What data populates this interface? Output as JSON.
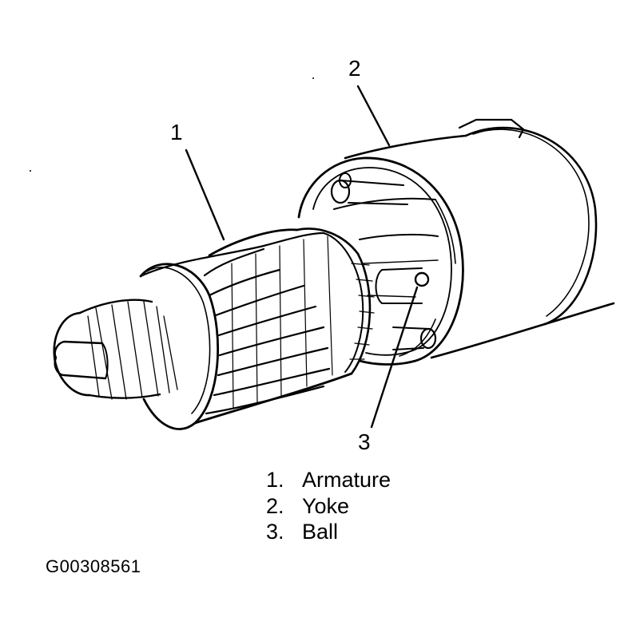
{
  "callouts": [
    {
      "id": "1",
      "label": "1"
    },
    {
      "id": "2",
      "label": "2"
    },
    {
      "id": "3",
      "label": "3"
    }
  ],
  "legend": [
    {
      "number": "1.",
      "text": "Armature"
    },
    {
      "number": "2.",
      "text": "Yoke"
    },
    {
      "number": "3.",
      "text": "Ball"
    }
  ],
  "figure_id": "G00308561",
  "colors": {
    "ink": "#000000",
    "paper": "#ffffff"
  }
}
